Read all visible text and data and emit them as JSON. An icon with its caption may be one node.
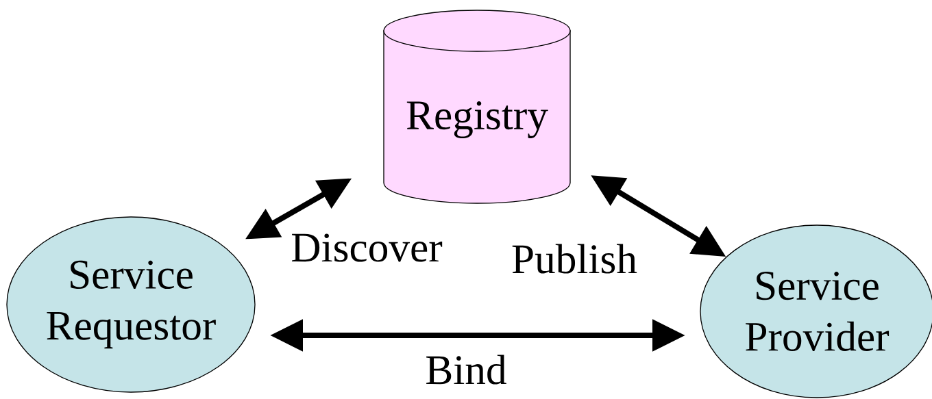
{
  "diagram": {
    "nodes": [
      {
        "text": [
          "Registry"
        ]
      },
      {
        "text": [
          "Service Requestor"
        ]
      },
      {
        "text": [
          "Service Provider"
        ]
      }
    ],
    "edges": [
      {
        "from": 1,
        "to": 0,
        "arrow": "both",
        "label": "Discover"
      },
      {
        "from": 0,
        "to": 2,
        "arrow": "both",
        "label": "Publish"
      },
      {
        "from": 1,
        "to": 2,
        "arrow": "both",
        "label": "Bind"
      }
    ]
  }
}
